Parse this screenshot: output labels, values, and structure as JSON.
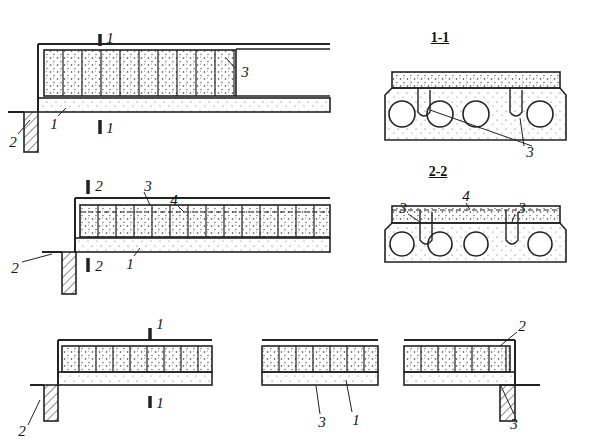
{
  "diagram": {
    "labels": [
      "1-1",
      "1",
      "3",
      "1",
      "2",
      "1",
      "3",
      "2-2",
      "3",
      "2",
      "4",
      "3",
      "4",
      "3",
      "2",
      "1",
      "2",
      "1",
      "1",
      "2",
      "3",
      "1",
      "2",
      "3"
    ]
  }
}
